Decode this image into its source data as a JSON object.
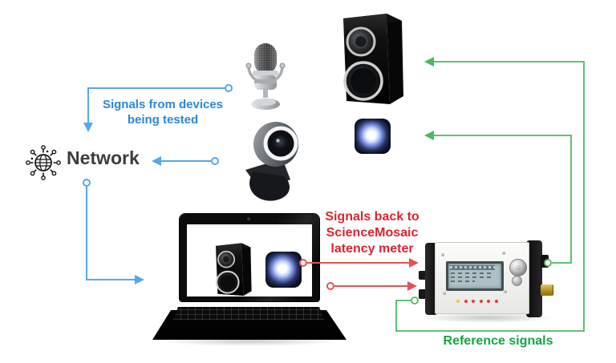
{
  "title": "Audio/video latency measurement setup",
  "colors": {
    "blue": "#55a7f0",
    "blue-text": "#2b86dd",
    "red": "#e65252",
    "red-text": "#df2330",
    "green": "#4cba60",
    "green-text": "#12a743",
    "network-text": "#3d3d3d",
    "bg": "#ffffff"
  },
  "labels": {
    "signals_from_line1": "Signals from devices",
    "signals_from_line2": "being tested",
    "network": "Network",
    "signals_back_line1": "Signals back to",
    "signals_back_line2": "ScienceMosaic",
    "signals_back_line3": "latency meter",
    "reference": "Reference signals"
  },
  "nodes": [
    {
      "id": "microphone",
      "icon": "microphone-icon"
    },
    {
      "id": "webcam",
      "icon": "webcam-icon"
    },
    {
      "id": "speaker",
      "icon": "speaker-icon"
    },
    {
      "id": "light-device",
      "icon": "light-device-icon"
    },
    {
      "id": "network",
      "icon": "network-icon",
      "label": "Network"
    },
    {
      "id": "laptop",
      "icon": "laptop-icon",
      "screen_shows": [
        "speaker-icon",
        "light-device-icon"
      ]
    },
    {
      "id": "latency-meter",
      "icon": "latency-meter-icon",
      "led_colors": [
        "yellow",
        "red",
        "red",
        "red",
        "red",
        "red"
      ]
    }
  ],
  "edges": [
    {
      "from": "microphone",
      "to": "network",
      "color": "blue"
    },
    {
      "from": "webcam",
      "to": "network",
      "color": "blue"
    },
    {
      "from": "network",
      "to": "laptop",
      "color": "blue"
    },
    {
      "from": "laptop-screen-light",
      "to": "latency-meter",
      "color": "red"
    },
    {
      "from": "laptop",
      "to": "latency-meter",
      "color": "red"
    },
    {
      "from": "latency-meter",
      "to": "light-device",
      "color": "green"
    },
    {
      "from": "latency-meter",
      "to": "speaker",
      "color": "green"
    }
  ]
}
